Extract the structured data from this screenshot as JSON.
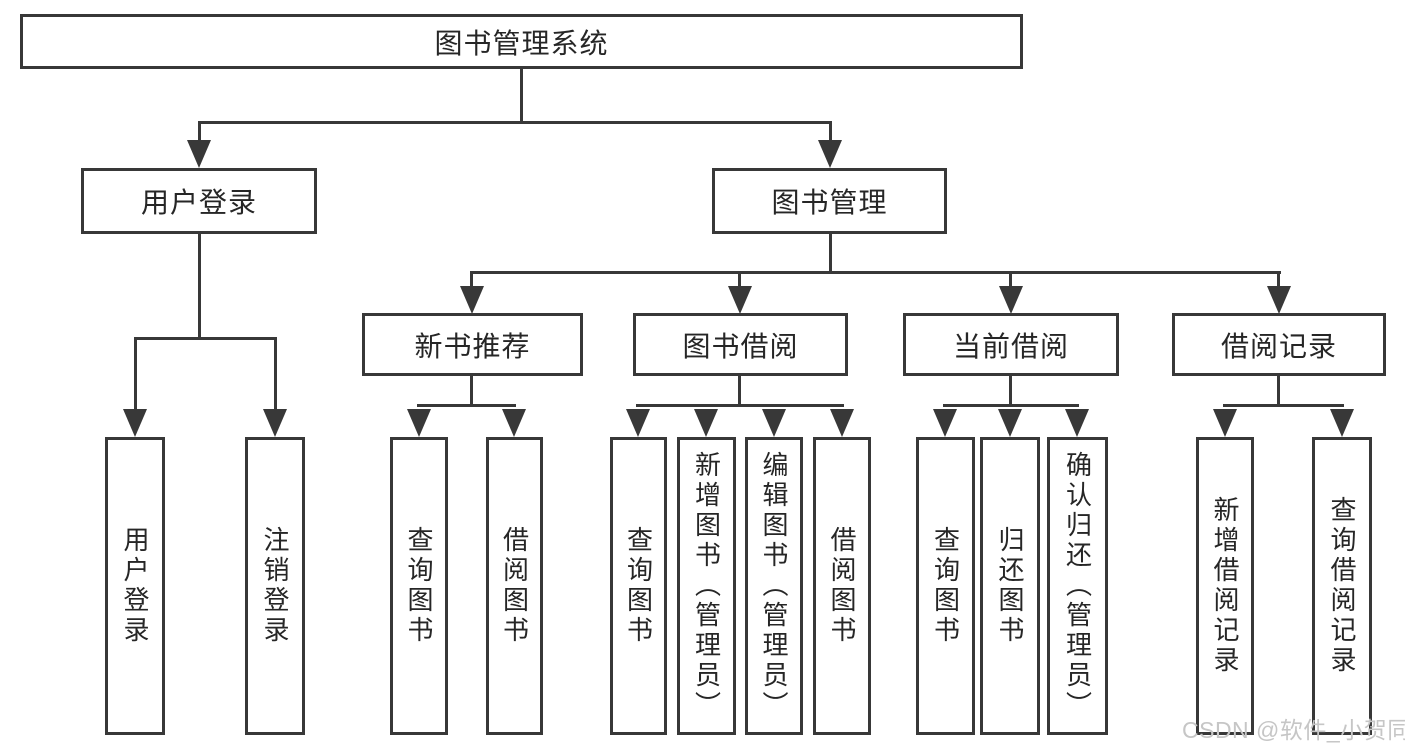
{
  "diagram": {
    "root": {
      "label": "图书管理系统"
    },
    "level2": [
      {
        "label": "用户登录"
      },
      {
        "label": "图书管理"
      }
    ],
    "level3": [
      {
        "label": "新书推荐"
      },
      {
        "label": "图书借阅"
      },
      {
        "label": "当前借阅"
      },
      {
        "label": "借阅记录"
      }
    ],
    "leaves": {
      "user_login": [
        "用户登录",
        "注销登录"
      ],
      "new_books": [
        "查询图书",
        "借阅图书"
      ],
      "book_borrow": [
        "查询图书",
        "新增图书（管理员）",
        "编辑图书（管理员）",
        "借阅图书"
      ],
      "current_borrow": [
        "查询图书",
        "归还图书",
        "确认归还（管理员）"
      ],
      "borrow_records": [
        "新增借阅记录",
        "查询借阅记录"
      ]
    },
    "colors": {
      "line": "#383838",
      "text": "#262626",
      "watermark": "#c6c6c6",
      "background": "#ffffff"
    },
    "watermark": {
      "text": "CSDN @软件_小贺同学"
    }
  }
}
